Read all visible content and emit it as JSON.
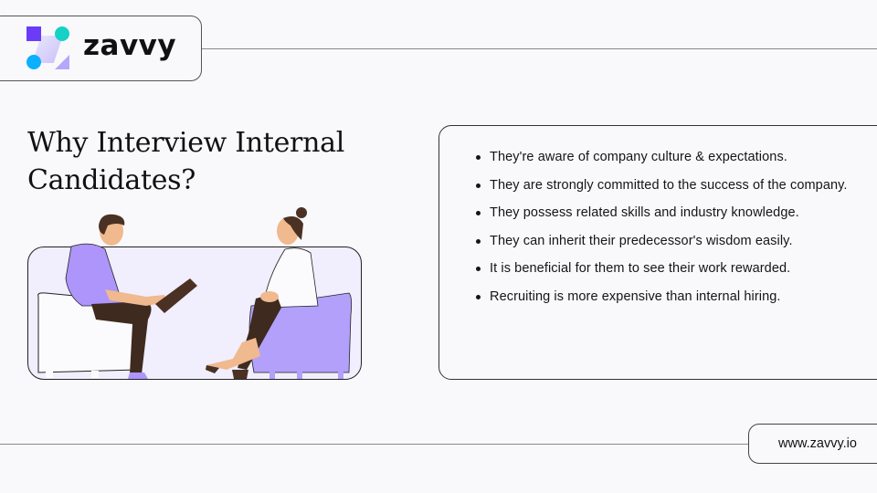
{
  "brand": {
    "name": "zavvy",
    "logo_icon": "zavvy-logo-mark",
    "colors": {
      "square": "#6a3cf7",
      "circle_top": "#15d1c6",
      "circle_bottom": "#0bb0ff",
      "triangle": "#b8a6fb",
      "accent_purple": "#b2a0fb",
      "panel_bg": "#f1eefd",
      "page_bg": "#f9f9fc"
    }
  },
  "slide": {
    "title": "Why Interview Internal Candidates?",
    "illustration": "two-people-interview-seated-in-armchairs",
    "points": [
      "They're aware of company culture & expectations.",
      "They are strongly committed to the success of the company.",
      "They possess related skills and industry knowledge.",
      "They can inherit their predecessor's wisdom easily.",
      "It is beneficial for them to see their work rewarded.",
      "Recruiting is more expensive than internal hiring."
    ]
  },
  "footer": {
    "url": "www.zavvy.io"
  }
}
